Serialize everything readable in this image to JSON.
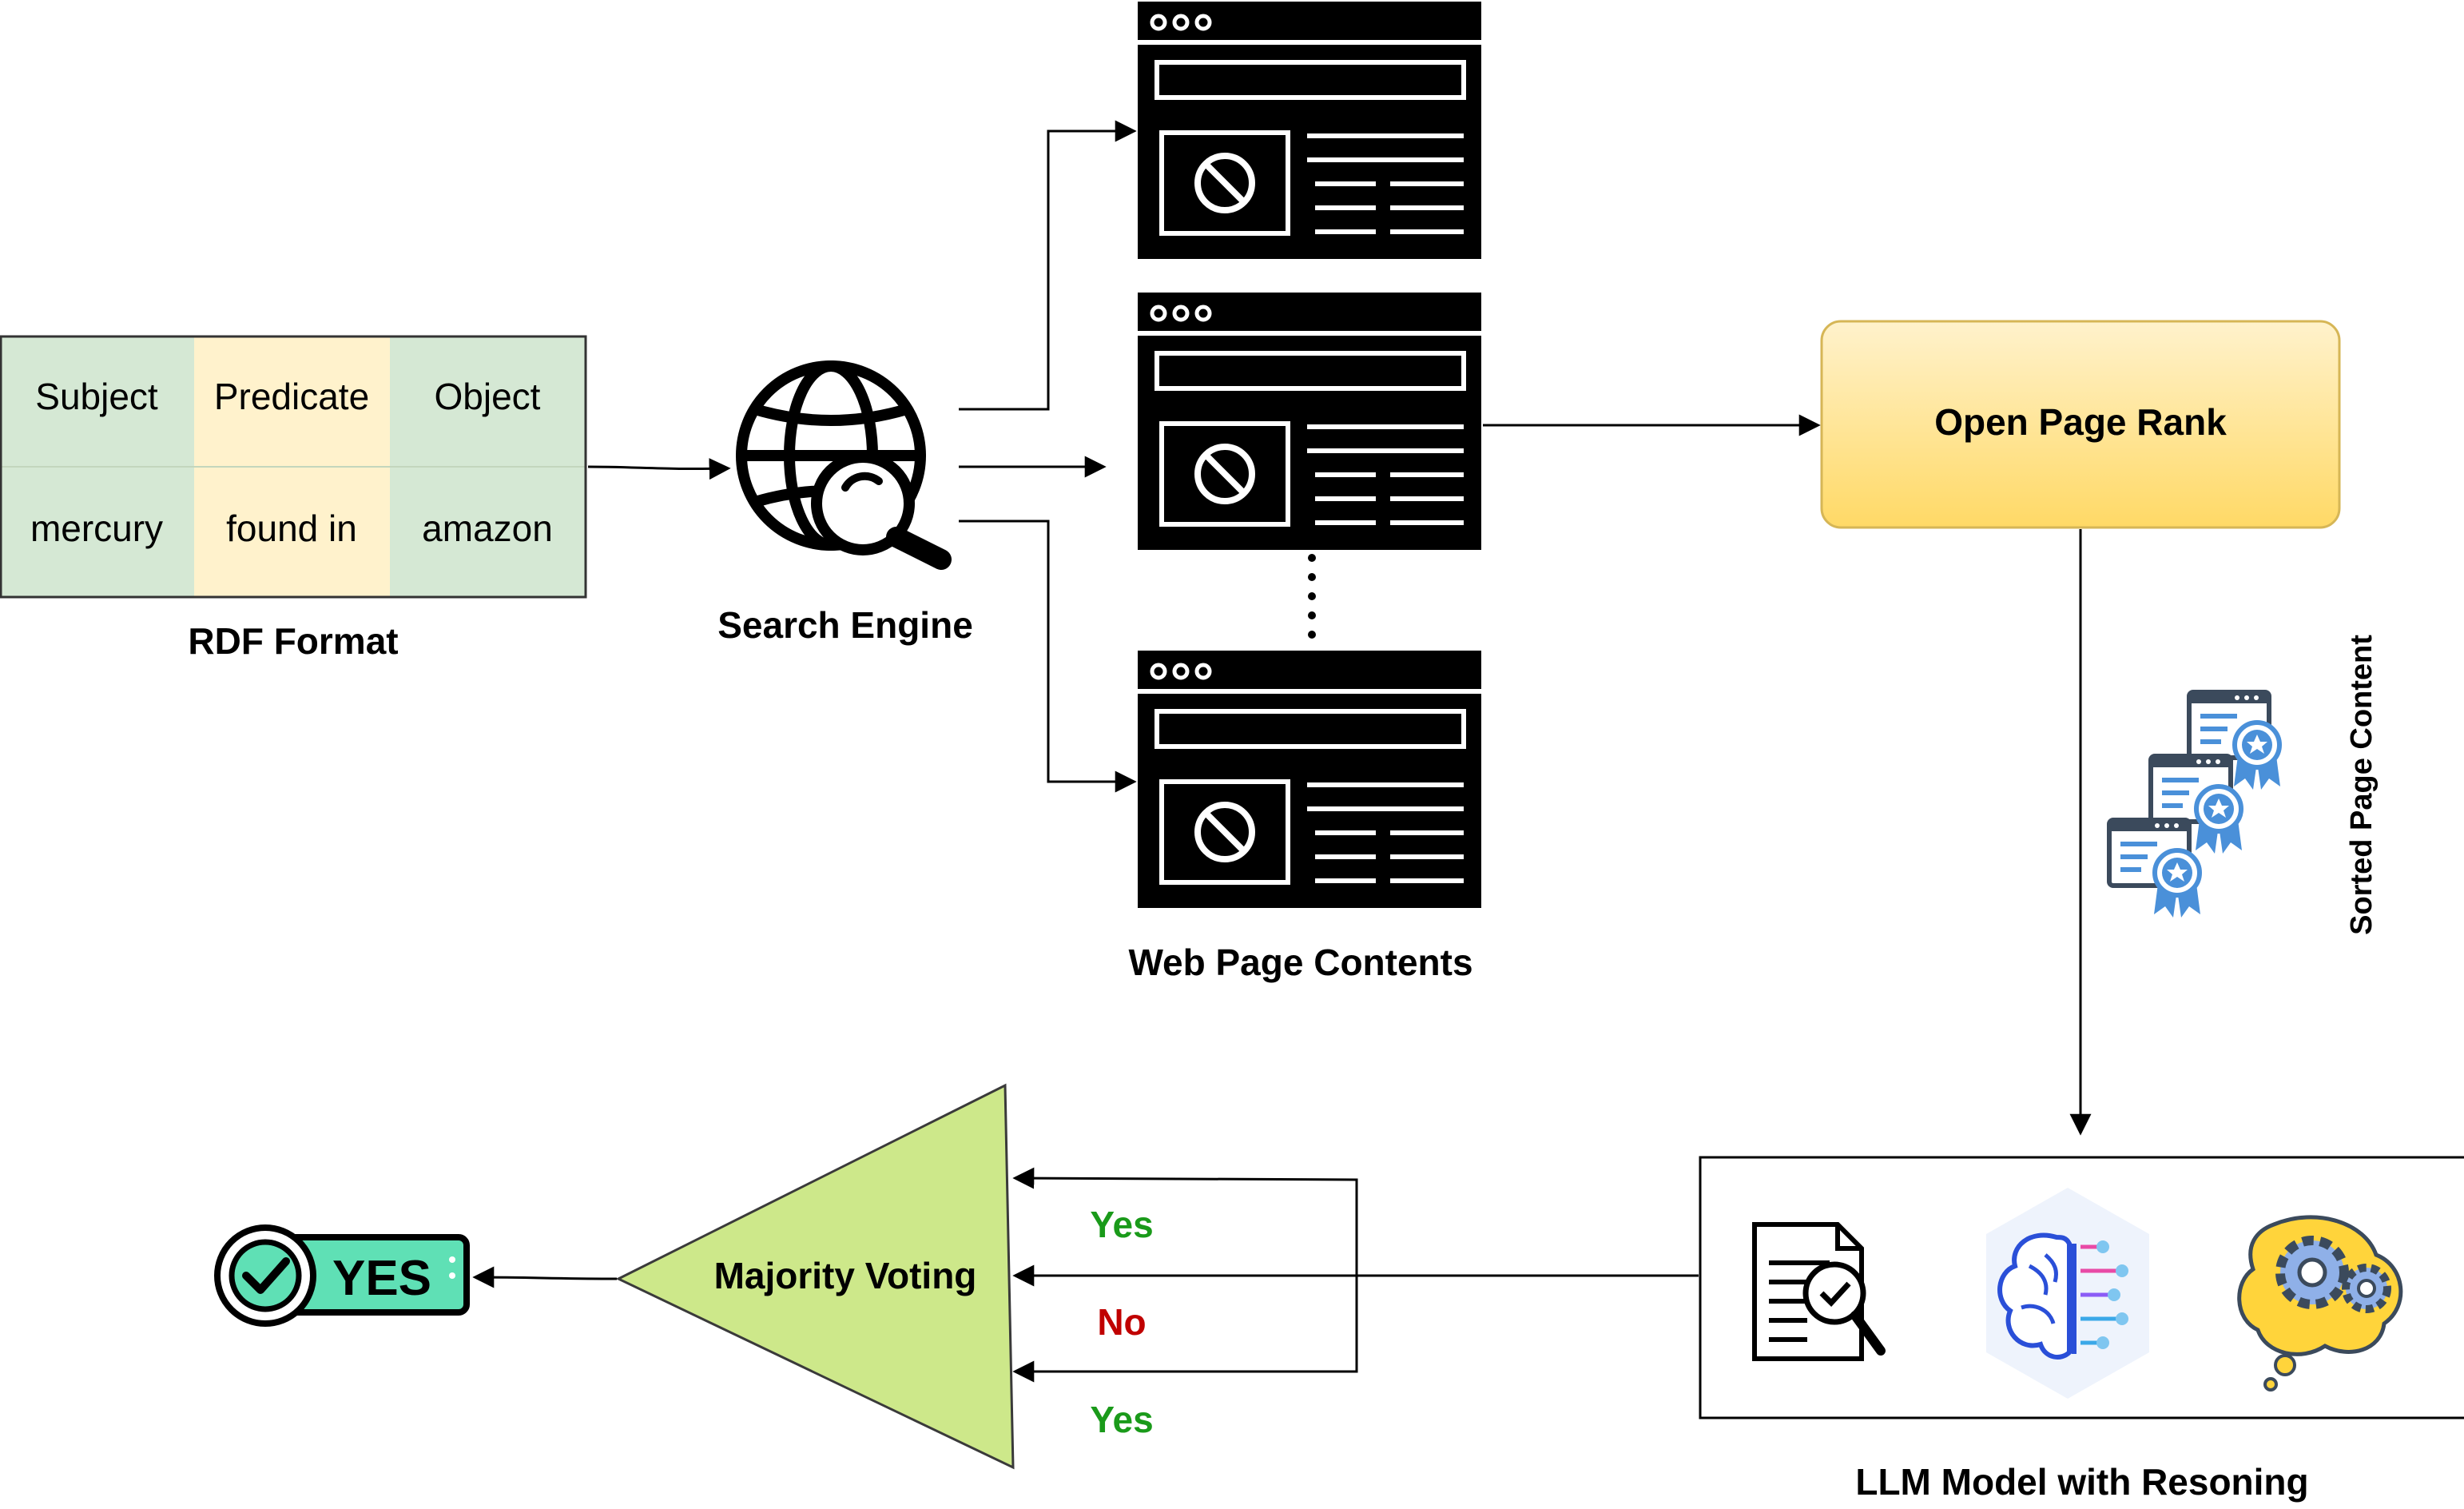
{
  "rdf": {
    "label": "RDF Format",
    "headers": [
      "Subject",
      "Predicate",
      "Object"
    ],
    "values": [
      "mercury",
      "found in",
      "amazon"
    ]
  },
  "search_engine": {
    "label": "Search Engine"
  },
  "web_pages": {
    "label": "Web Page Contents"
  },
  "page_rank": {
    "label": "Open Page Rank"
  },
  "sorted_content": {
    "label": "Sorted Page Content"
  },
  "llm": {
    "label": "LLM Model with Resoning"
  },
  "voting": {
    "label": "Majority Voting",
    "answers": [
      "Yes",
      "No",
      "Yes"
    ]
  },
  "result": {
    "label": "YES"
  },
  "colors": {
    "green_cell": "#d5e8d4",
    "yellow_cell": "#fff2cc",
    "rank_top": "#fff2cc",
    "rank_bottom": "#ffd966",
    "rank_border": "#d6b656",
    "triangle": "#cde88a",
    "yes_text": "#1a9a1a",
    "no_text": "#c00000",
    "badge_teal": "#5fe0b5",
    "ribbon_blue": "#4a90d9"
  }
}
